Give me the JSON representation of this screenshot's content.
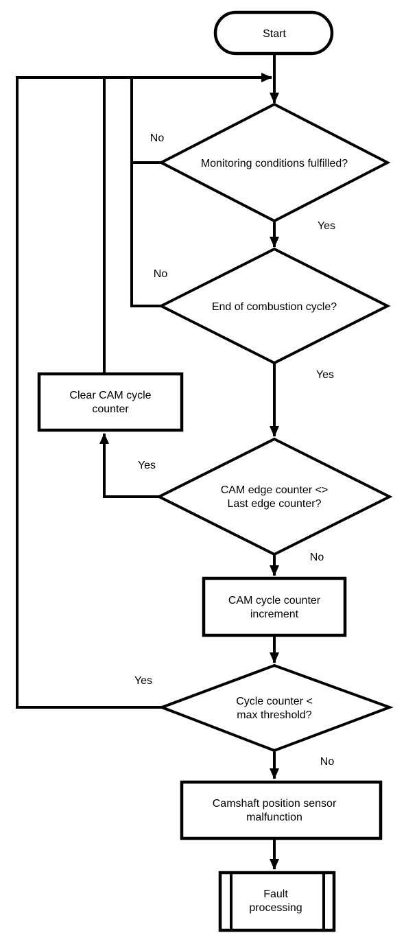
{
  "colors": {
    "background": "#ffffff",
    "line": "#000000",
    "shape_fill": "#ffffff",
    "text": "#000000"
  },
  "nodes": {
    "start": {
      "shape": "terminator",
      "text": "Start"
    },
    "monitoring_conditions": {
      "shape": "decision",
      "text": "Monitoring conditions fulfilled?"
    },
    "end_of_combustion": {
      "shape": "decision",
      "text": "End of combustion cycle?"
    },
    "clear_cam_counter": {
      "shape": "process",
      "line1": "Clear CAM cycle",
      "line2": "counter"
    },
    "cam_edge_counter": {
      "shape": "decision",
      "line1": "CAM edge counter <>",
      "line2": "Last edge counter?"
    },
    "cam_cycle_increment": {
      "shape": "process",
      "line1": "CAM cycle counter",
      "line2": "increment"
    },
    "cycle_counter_threshold": {
      "shape": "decision",
      "line1": "Cycle counter <",
      "line2": "max threshold?"
    },
    "sensor_malfunction": {
      "shape": "process",
      "line1": "Camshaft position sensor",
      "line2": "malfunction"
    },
    "fault_processing": {
      "shape": "predefined_process",
      "line1": "Fault",
      "line2": "processing"
    }
  },
  "labels": {
    "monitoring_no": "No",
    "monitoring_yes": "Yes",
    "combustion_no": "No",
    "combustion_yes": "Yes",
    "edge_counter_yes": "Yes",
    "edge_counter_no": "No",
    "threshold_yes": "Yes",
    "threshold_no": "No"
  }
}
